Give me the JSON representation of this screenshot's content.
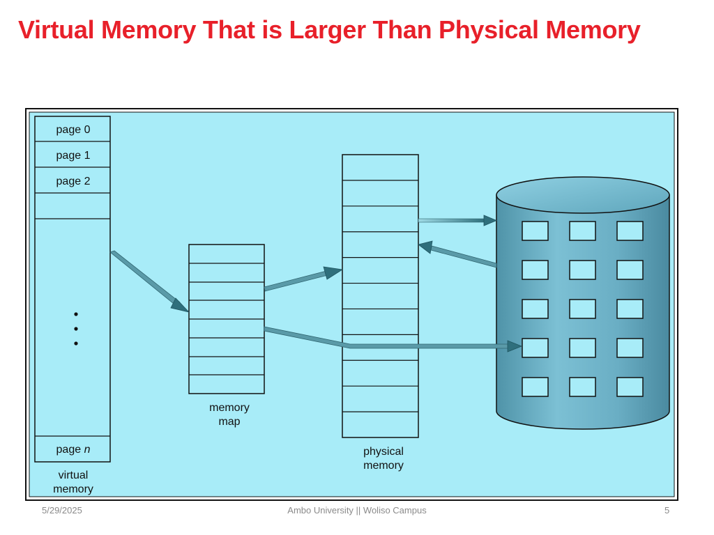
{
  "slide": {
    "title": "Virtual Memory That is Larger Than Physical Memory"
  },
  "diagram": {
    "background_color": "#a8ecf8",
    "disk_color": "#6aaec4",
    "arrow_color": "#3e7f8c",
    "virtual_memory": {
      "pages": [
        "page 0",
        "page 1",
        "page 2"
      ],
      "ellipsis": "·\n·\n·",
      "last_page_prefix": "page ",
      "last_page_var": "n",
      "label_line1": "virtual",
      "label_line2": "memory"
    },
    "memory_map": {
      "label_line1": "memory",
      "label_line2": "map"
    },
    "physical_memory": {
      "label_line1": "physical",
      "label_line2": "memory"
    }
  },
  "footer": {
    "date": "5/29/2025",
    "center": "Ambo University || Woliso Campus",
    "page_number": "5"
  }
}
